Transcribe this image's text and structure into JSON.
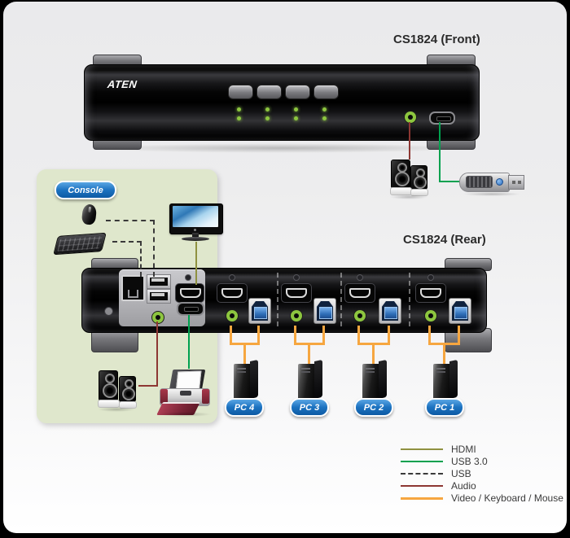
{
  "diagram": {
    "front": {
      "title": "CS1824 (Front)",
      "logo": "ATEN",
      "port_select_buttons": 4,
      "leds_per_port": 2
    },
    "rear": {
      "title": "CS1824 (Rear)",
      "kvm_sections": 4
    },
    "console": {
      "label": "Console"
    },
    "pcs": [
      {
        "label": "PC 4"
      },
      {
        "label": "PC 3"
      },
      {
        "label": "PC 2"
      },
      {
        "label": "PC 1"
      }
    ],
    "legend": [
      {
        "label": "HDMI",
        "color": "#8f9140",
        "style": "solid",
        "weight": 2
      },
      {
        "label": "USB 3.0",
        "color": "#00a14f",
        "style": "solid",
        "weight": 2
      },
      {
        "label": "USB",
        "color": "#3a3a3a",
        "style": "dashed",
        "weight": 2
      },
      {
        "label": "Audio",
        "color": "#8d3733",
        "style": "solid",
        "weight": 2
      },
      {
        "label": "Video / Keyboard / Mouse",
        "color": "#f6a640",
        "style": "solid",
        "weight": 3
      }
    ],
    "colors": {
      "hdmi": "#8f9140",
      "usb3": "#00a14f",
      "usb": "#3a3a3a",
      "audio": "#8d3733",
      "vkm": "#f6a640",
      "console_box": "#dfe7cc",
      "led": "#8dc63f",
      "badge": "#1c72c0"
    },
    "icons": {
      "front_speakers": "speakers-icon",
      "front_usb_drive": "usb-flash-drive-icon",
      "console_mouse": "mouse-icon",
      "console_keyboard": "keyboard-icon",
      "console_monitor": "monitor-icon",
      "console_speakers": "speakers-icon",
      "console_printer": "printer-icon",
      "computers": "pc-tower-icon"
    }
  }
}
